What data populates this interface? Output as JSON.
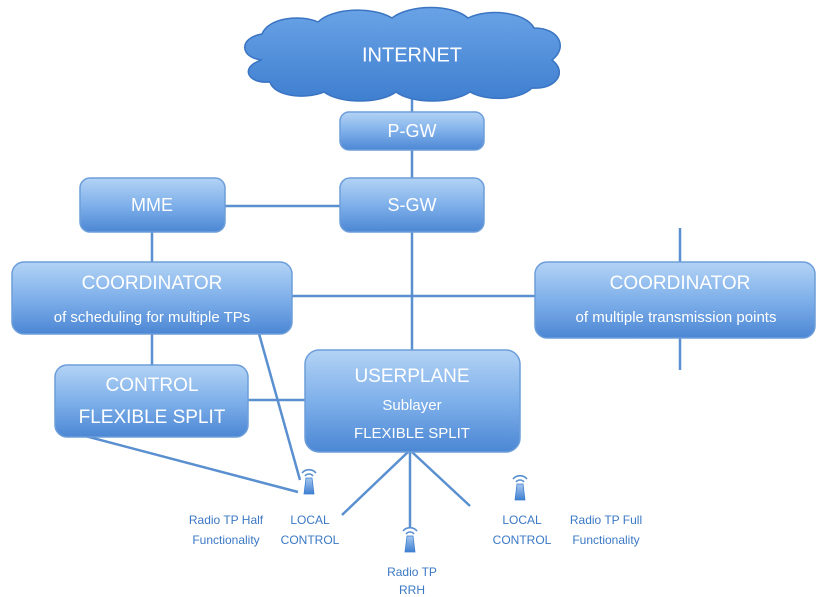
{
  "internet": {
    "label": "INTERNET"
  },
  "pgw": {
    "label": "P-GW"
  },
  "sgw": {
    "label": "S-GW"
  },
  "mme": {
    "label": "MME"
  },
  "coordinator_sched": {
    "title": "COORDINATOR",
    "subtitle": "of scheduling for multiple TPs"
  },
  "coordinator_tp": {
    "title": "COORDINATOR",
    "subtitle": "of multiple transmission points"
  },
  "control_split": {
    "line1": "CONTROL",
    "line2": "FLEXIBLE SPLIT"
  },
  "userplane": {
    "line1": "USERPLANE",
    "line2": "Sublayer",
    "line3": "FLEXIBLE SPLIT"
  },
  "radio_half": {
    "name_line1": "Radio TP Half",
    "name_line2": "Functionality",
    "ctrl_line1": "LOCAL",
    "ctrl_line2": "CONTROL"
  },
  "radio_full": {
    "name_line1": "Radio TP Full",
    "name_line2": "Functionality",
    "ctrl_line1": "LOCAL",
    "ctrl_line2": "CONTROL"
  },
  "radio_rrh": {
    "line1": "Radio TP",
    "line2": "RRH"
  },
  "colors": {
    "box_top": "#a9ccf2",
    "box_bottom": "#4f8ad6",
    "box_border": "#6d9ed9",
    "label": "#3b78c4",
    "line": "#5a8fd0"
  }
}
